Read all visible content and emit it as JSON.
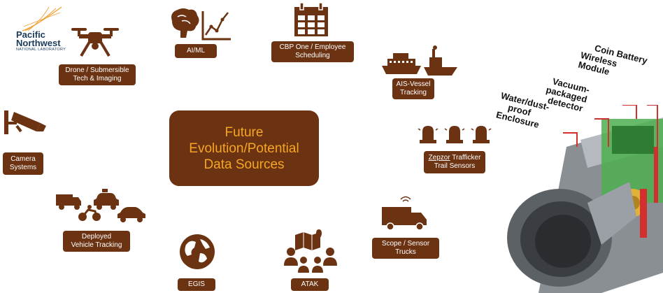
{
  "logo": {
    "line1": "Pacific",
    "line2": "Northwest",
    "line3": "NATIONAL LABORATORY"
  },
  "center": {
    "line1": "Future",
    "line2": "Evolution/Potential",
    "line3": "Data Sources"
  },
  "nodes": {
    "drone": {
      "line1": "Drone / Submersible",
      "line2": "Tech & Imaging"
    },
    "aiml": {
      "line1": "AI/ML"
    },
    "cbp": {
      "line1": "CBP One / Employee",
      "line2": "Scheduling"
    },
    "ais": {
      "line1": "AIS-Vessel",
      "line2": "Tracking"
    },
    "zepzor": {
      "brand": "Zepzor",
      "rest": " Trafficker",
      "line2": "Trail Sensors"
    },
    "camera": {
      "line1": "Camera",
      "line2": "Systems"
    },
    "vehicle": {
      "line1": "Deployed",
      "line2": "Vehicle Tracking"
    },
    "scope": {
      "line1": "Scope / Sensor",
      "line2": "Trucks"
    },
    "egis": {
      "line1": "EGIS"
    },
    "atak": {
      "line1": "ATAK"
    }
  },
  "device_labels": {
    "coin_battery": "Coin Battery",
    "wireless_1": "Wireless",
    "wireless_2": "Module",
    "vacuum_1": "Vacuum-",
    "vacuum_2": "packaged",
    "vacuum_3": "detector",
    "water_1": "Water/dust-",
    "water_2": "proof",
    "water_3": "Enclosure"
  },
  "colors": {
    "box": "#6b3312",
    "accent": "#f6a623",
    "icon": "#6b3312"
  }
}
